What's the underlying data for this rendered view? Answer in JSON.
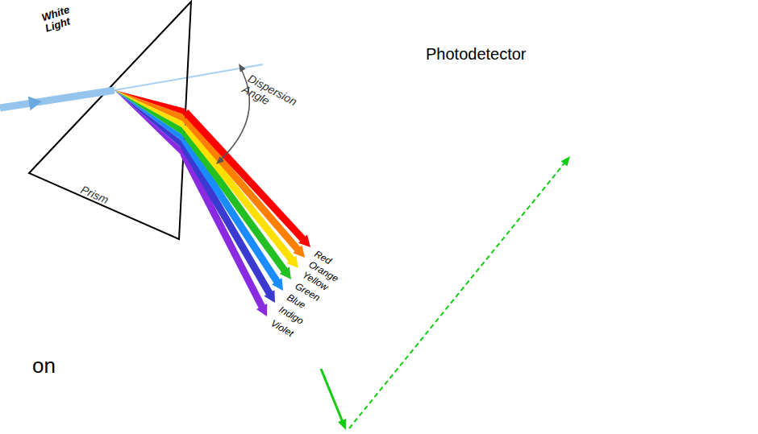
{
  "diagram": {
    "labels": [
      "White Light",
      "Dispersion Angle",
      "Prism",
      "Red",
      "Orange",
      "Yellow",
      "Green",
      "Blue",
      "Indigo",
      "Violet",
      "Photodetector",
      "on"
    ]
  }
}
